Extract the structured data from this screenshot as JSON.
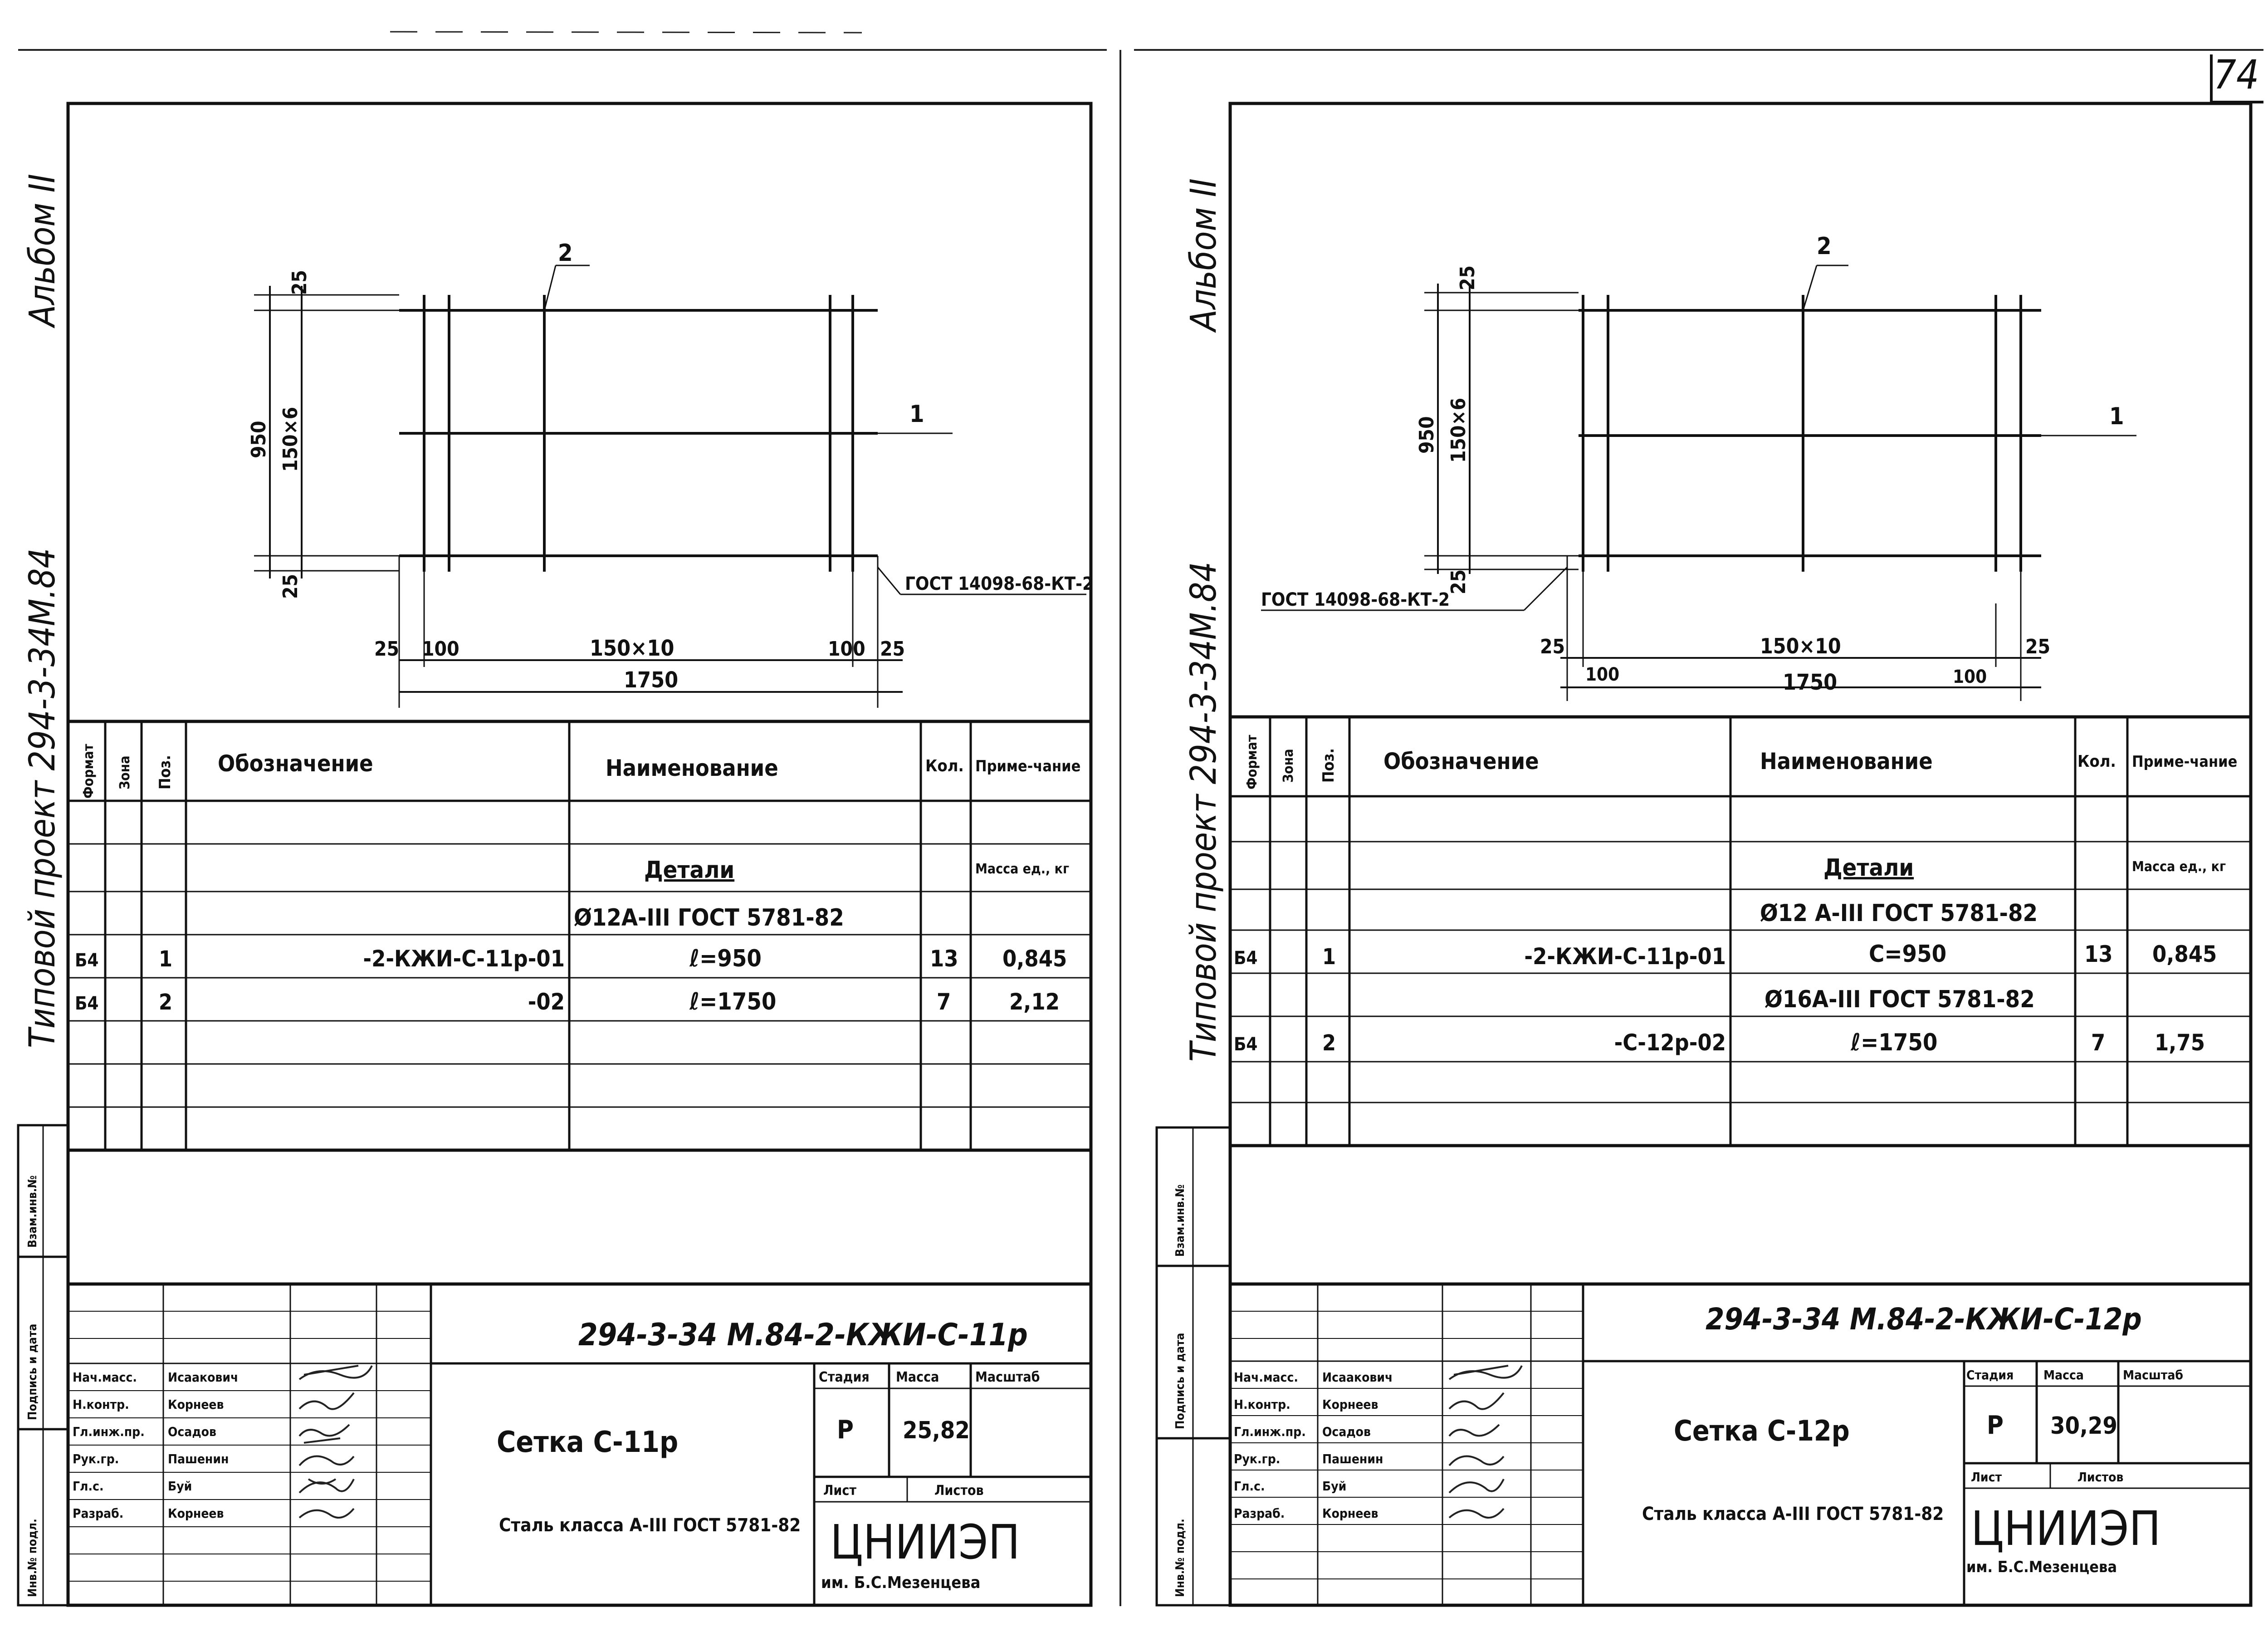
{
  "page_number": "74",
  "left_sheet": {
    "album": "Альбом II",
    "project": "Типовой проект 294-3-34М.84",
    "drawing": {
      "pos_top": "2",
      "pos_right": "1",
      "dim_top_margin": "25",
      "dim_total_height": "950",
      "dim_rod_spacing_v": "150×6",
      "dim_bottom_margin": "25",
      "dim_left_margin": "25",
      "dim_left_offset": "100",
      "dim_rod_spacing_h": "150×10",
      "dim_right_offset": "100",
      "dim_right_margin": "25",
      "dim_total_length": "1750",
      "weld_note": "ГОСТ 14098-68-КТ-2"
    },
    "spec": {
      "headers": {
        "format": "Формат",
        "zone": "Зона",
        "pos": "Поз.",
        "designation": "Обозначение",
        "name": "Наименование",
        "qty": "Кол.",
        "note": "Приме-чание"
      },
      "section": "Детали",
      "mass_header": "Масса ед., кг",
      "material_1": "Ø12А-III ГОСТ 5781-82",
      "rows": [
        {
          "format": "Б4",
          "pos": "1",
          "designation": "-2-КЖИ-С-11р-01",
          "name": "ℓ=950",
          "qty": "13",
          "note": "0,845"
        },
        {
          "format": "Б4",
          "pos": "2",
          "designation": "-02",
          "name": "ℓ=1750",
          "qty": "7",
          "note": "2,12"
        }
      ]
    },
    "stamp": {
      "code": "294-3-34 М.84-2-КЖИ-С-11р",
      "title": "Сетка С-11р",
      "material": "Сталь класса А-III ГОСТ 5781-82",
      "stage_label": "Стадия",
      "mass_label": "Масса",
      "scale_label": "Масштаб",
      "stage": "Р",
      "mass": "25,82",
      "sheet_label": "Лист",
      "sheets_label": "Листов",
      "org": "ЦНИИЭП",
      "org_sub": "им. Б.С.Мезенцева",
      "signers": [
        {
          "role": "Нач.масс.",
          "name": "Исаакович"
        },
        {
          "role": "Н.контр.",
          "name": "Корнеев"
        },
        {
          "role": "Гл.инж.пр.",
          "name": "Осадов"
        },
        {
          "role": "Рук.гр.",
          "name": "Пашенин"
        },
        {
          "role": "Гл.с.",
          "name": "Буй"
        },
        {
          "role": "Разраб.",
          "name": "Корнеев"
        }
      ],
      "side_labels": [
        "Инв.№ подл.",
        "Подпись и дата",
        "Взам.инв.№"
      ]
    }
  },
  "right_sheet": {
    "album": "Альбом II",
    "project": "Типовой проект 294-3-34М.84",
    "drawing": {
      "pos_top": "2",
      "pos_right": "1",
      "dim_top_margin": "25",
      "dim_total_height": "950",
      "dim_rod_spacing_v": "150×6",
      "dim_bottom_margin": "25",
      "dim_left_margin": "25",
      "dim_left_offset": "100",
      "dim_rod_spacing_h": "150×10",
      "dim_right_offset": "100",
      "dim_right_margin": "25",
      "dim_total_length": "1750",
      "weld_note": "ГОСТ 14098-68-КТ-2"
    },
    "spec": {
      "headers": {
        "format": "Формат",
        "zone": "Зона",
        "pos": "Поз.",
        "designation": "Обозначение",
        "name": "Наименование",
        "qty": "Кол.",
        "note": "Приме-чание"
      },
      "section": "Детали",
      "mass_header": "Масса ед., кг",
      "material_1": "Ø12 А-III ГОСТ 5781-82",
      "material_2": "Ø16А-III ГОСТ 5781-82",
      "rows": [
        {
          "format": "Б4",
          "pos": "1",
          "designation": "-2-КЖИ-С-11р-01",
          "name": "С=950",
          "qty": "13",
          "note": "0,845"
        },
        {
          "format": "Б4",
          "pos": "2",
          "designation": "-С-12р-02",
          "name": "ℓ=1750",
          "qty": "7",
          "note": "1,75"
        }
      ]
    },
    "stamp": {
      "code": "294-3-34 М.84-2-КЖИ-С-12р",
      "title": "Сетка С-12р",
      "material": "Сталь класса А-III ГОСТ 5781-82",
      "stage_label": "Стадия",
      "mass_label": "Масса",
      "scale_label": "Масштаб",
      "stage": "Р",
      "mass": "30,29",
      "sheet_label": "Лист",
      "sheets_label": "Листов",
      "org": "ЦНИИЭП",
      "org_sub": "им. Б.С.Мезенцева",
      "signers": [
        {
          "role": "Нач.масс.",
          "name": "Исаакович"
        },
        {
          "role": "Н.контр.",
          "name": "Корнеев"
        },
        {
          "role": "Гл.инж.пр.",
          "name": "Осадов"
        },
        {
          "role": "Рук.гр.",
          "name": "Пашенин"
        },
        {
          "role": "Гл.с.",
          "name": "Буй"
        },
        {
          "role": "Разраб.",
          "name": "Корнеев"
        }
      ],
      "side_labels": [
        "Инв.№ подл.",
        "Подпись и дата",
        "Взам.инв.№"
      ]
    }
  }
}
